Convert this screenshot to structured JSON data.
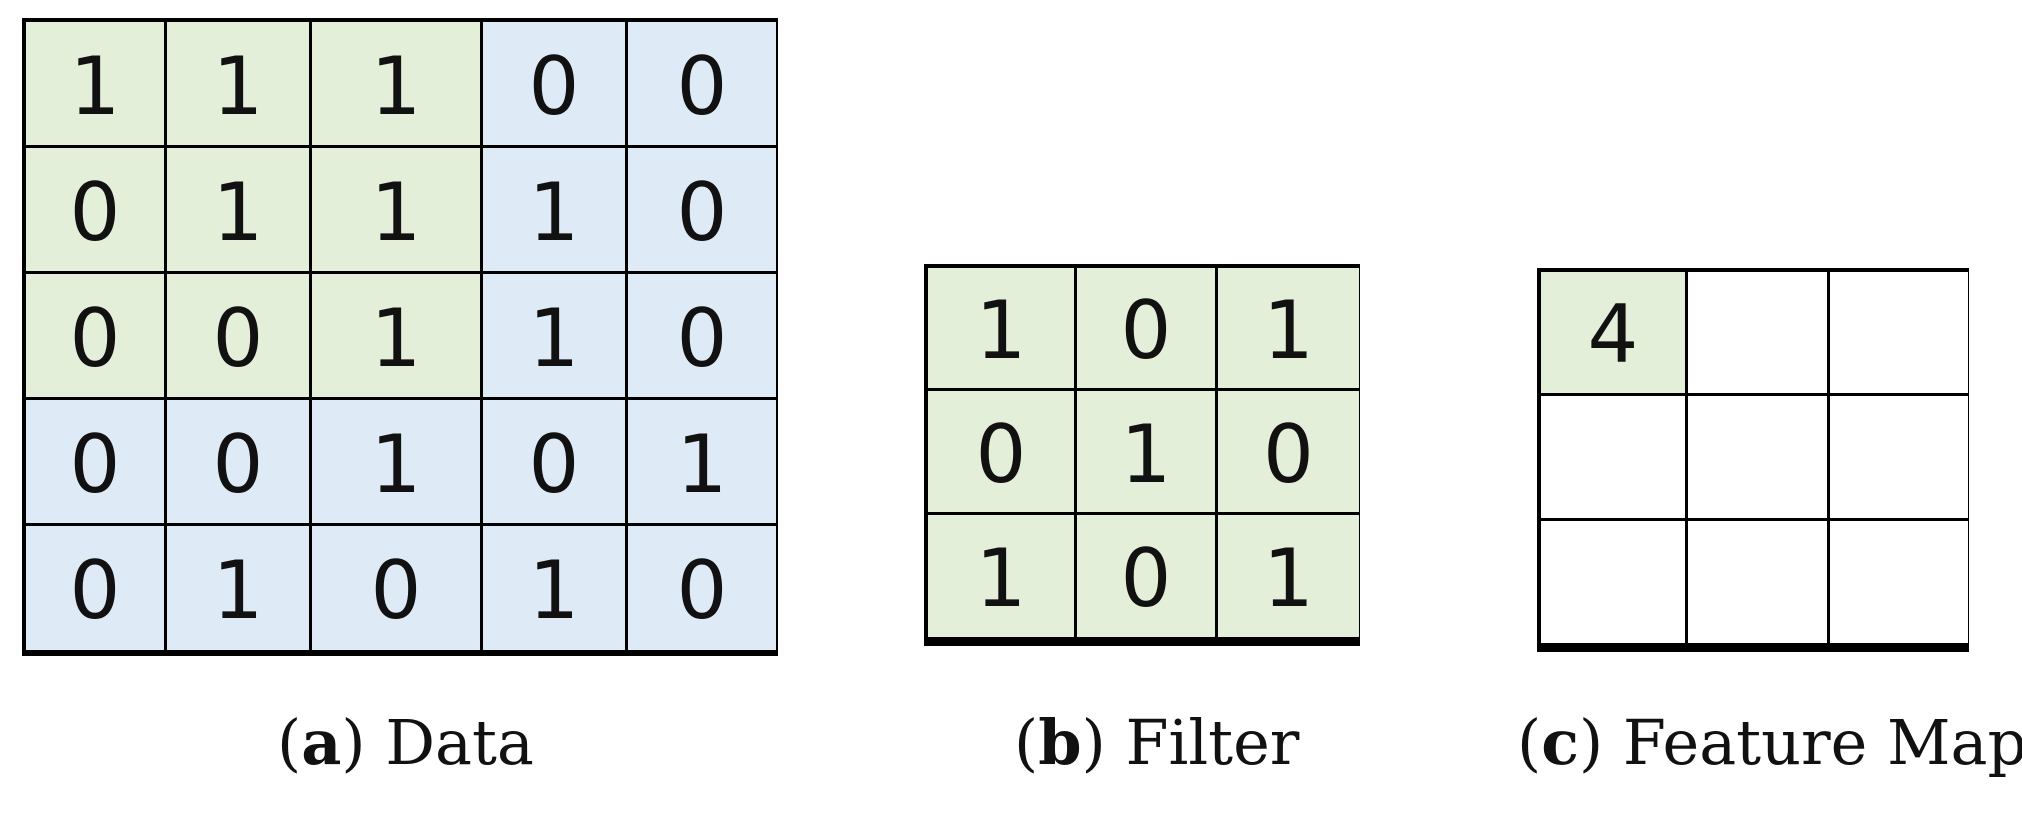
{
  "data": {
    "caption": {
      "letter": "a",
      "label": "Data"
    },
    "cells": [
      [
        {
          "v": "1",
          "hl": true
        },
        {
          "v": "1",
          "hl": true
        },
        {
          "v": "1",
          "hl": true
        },
        {
          "v": "0",
          "hl": false
        },
        {
          "v": "0",
          "hl": false
        }
      ],
      [
        {
          "v": "0",
          "hl": true
        },
        {
          "v": "1",
          "hl": true
        },
        {
          "v": "1",
          "hl": true
        },
        {
          "v": "1",
          "hl": false
        },
        {
          "v": "0",
          "hl": false
        }
      ],
      [
        {
          "v": "0",
          "hl": true
        },
        {
          "v": "0",
          "hl": true
        },
        {
          "v": "1",
          "hl": true
        },
        {
          "v": "1",
          "hl": false
        },
        {
          "v": "0",
          "hl": false
        }
      ],
      [
        {
          "v": "0",
          "hl": false
        },
        {
          "v": "0",
          "hl": false
        },
        {
          "v": "1",
          "hl": false
        },
        {
          "v": "0",
          "hl": false
        },
        {
          "v": "1",
          "hl": false
        }
      ],
      [
        {
          "v": "0",
          "hl": false
        },
        {
          "v": "1",
          "hl": false
        },
        {
          "v": "0",
          "hl": false
        },
        {
          "v": "1",
          "hl": false
        },
        {
          "v": "0",
          "hl": false
        }
      ]
    ]
  },
  "filter": {
    "caption": {
      "letter": "b",
      "label": "Filter"
    },
    "cells": [
      [
        "1",
        "0",
        "1"
      ],
      [
        "0",
        "1",
        "0"
      ],
      [
        "1",
        "0",
        "1"
      ]
    ]
  },
  "feature_map": {
    "caption": {
      "letter": "c",
      "label": "Feature Map"
    },
    "cells": [
      [
        {
          "v": "4",
          "hl": true
        },
        {
          "v": "",
          "hl": false
        },
        {
          "v": "",
          "hl": false
        }
      ],
      [
        {
          "v": "",
          "hl": false
        },
        {
          "v": "",
          "hl": false
        },
        {
          "v": "",
          "hl": false
        }
      ],
      [
        {
          "v": "",
          "hl": false
        },
        {
          "v": "",
          "hl": false
        },
        {
          "v": "",
          "hl": false
        }
      ]
    ]
  },
  "colors": {
    "highlight": "#e3efd9",
    "background_cell": "#deebf7",
    "empty_cell": "#ffffff",
    "border": "#000000"
  }
}
